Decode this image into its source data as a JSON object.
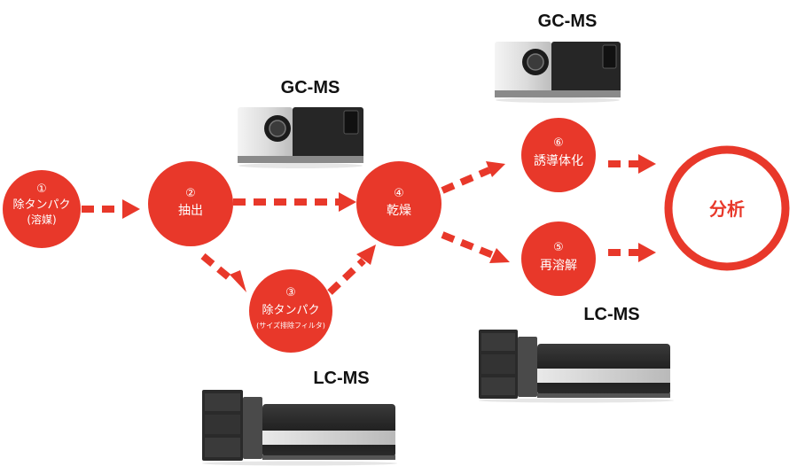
{
  "colors": {
    "accent": "#e8382a",
    "node_text": "#ffffff",
    "label": "#111111"
  },
  "nodes": {
    "n1": {
      "number": "①",
      "line1": "除タンパク",
      "line2": "(溶媒)"
    },
    "n2": {
      "number": "②",
      "line1": "抽出"
    },
    "n3": {
      "number": "③",
      "line1": "除タンパク",
      "line2": "(サイズ排除フィルタ)"
    },
    "n4": {
      "number": "④",
      "line1": "乾燥"
    },
    "n5": {
      "number": "⑤",
      "line1": "再溶解"
    },
    "n6": {
      "number": "⑥",
      "line1": "誘導体化"
    }
  },
  "analysis": {
    "label": "分析"
  },
  "instruments": {
    "gcms_top": {
      "label": "GC-MS"
    },
    "gcms_mid": {
      "label": "GC-MS"
    },
    "lcms_right": {
      "label": "LC-MS"
    },
    "lcms_bottom": {
      "label": "LC-MS"
    }
  }
}
